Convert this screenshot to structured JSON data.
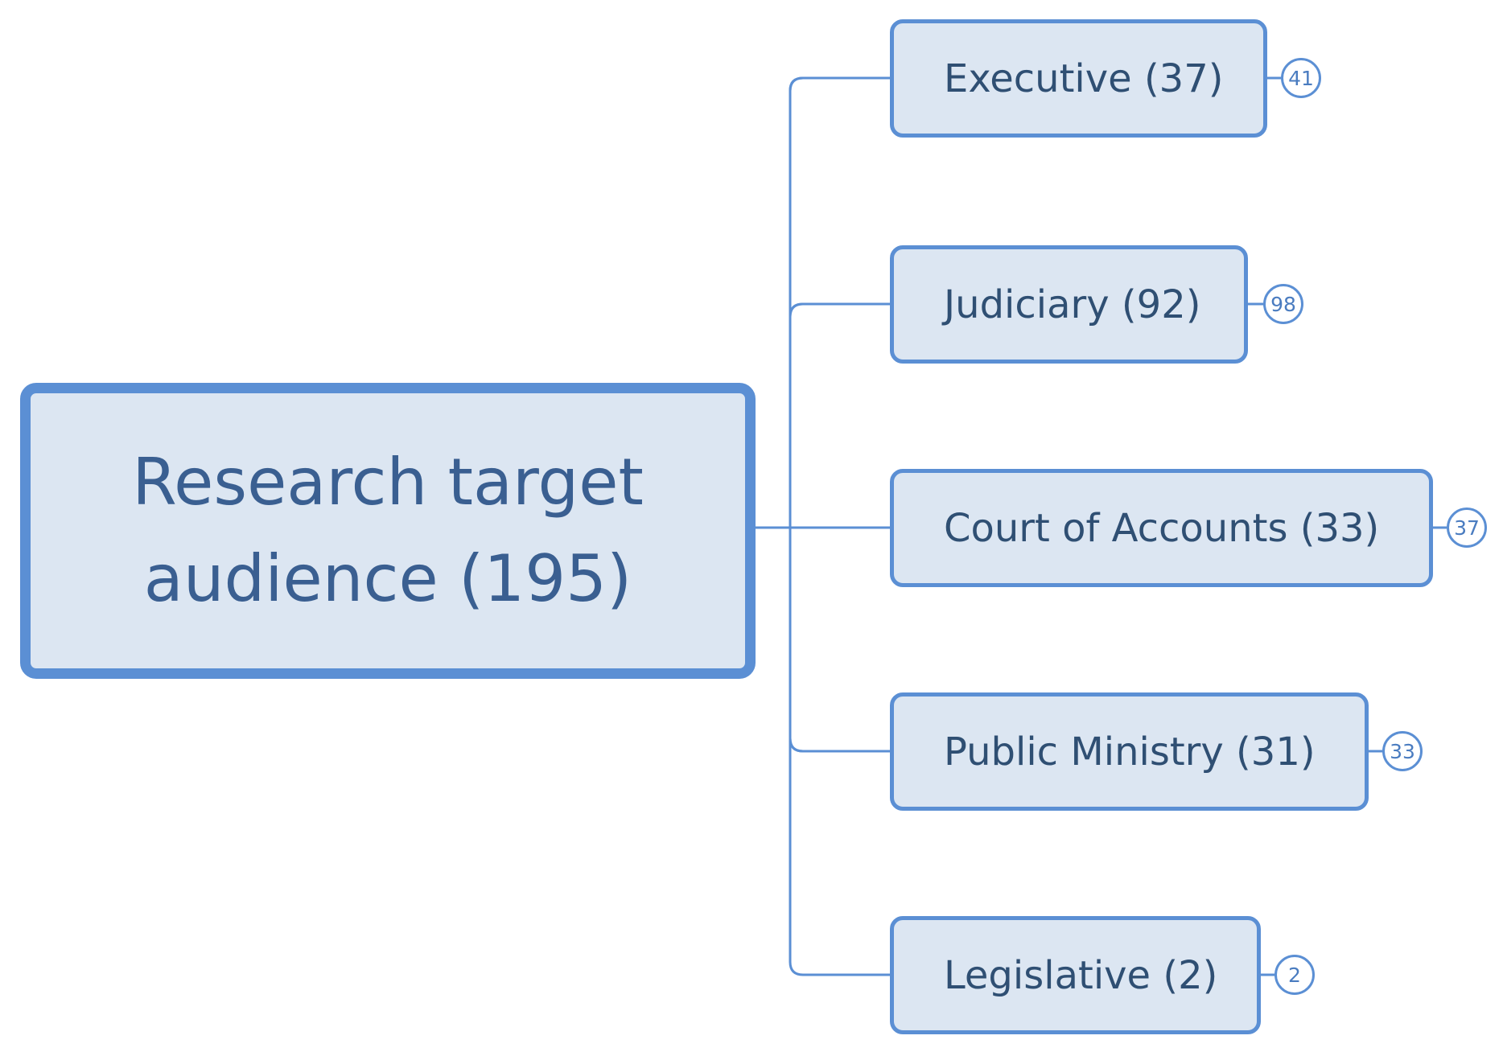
{
  "colors": {
    "node_fill": "#dce6f2",
    "node_border": "#5b8fd4",
    "root_text": "#3a5f91",
    "child_text": "#2f4f73",
    "connector": "#5b8fd4"
  },
  "diagram": {
    "root": {
      "label": "Research target audience (195)"
    },
    "children": [
      {
        "label": "Executive (37)",
        "badge": "41"
      },
      {
        "label": "Judiciary (92)",
        "badge": "98"
      },
      {
        "label": "Court of Accounts (33)",
        "badge": "37"
      },
      {
        "label": "Public Ministry (31)",
        "badge": "33"
      },
      {
        "label": "Legislative (2)",
        "badge": "2"
      }
    ]
  }
}
